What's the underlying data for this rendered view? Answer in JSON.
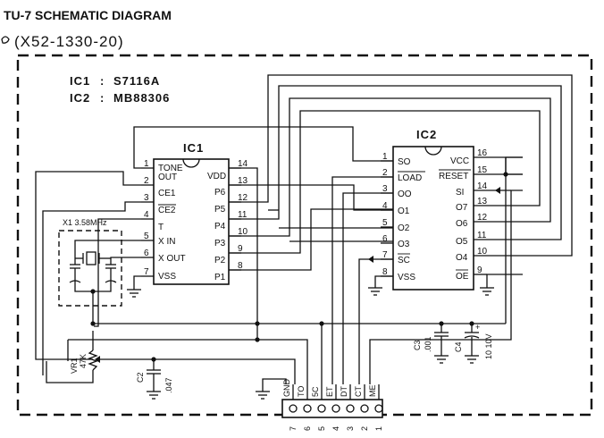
{
  "header": {
    "title": "TU-7 SCHEMATIC DIAGRAM",
    "model": "(X52-1330-20)"
  },
  "legend": [
    {
      "ref": "IC1",
      "sep": ":",
      "part": "S7116A"
    },
    {
      "ref": "IC2",
      "sep": ":",
      "part": "MB88306"
    }
  ],
  "ic1": {
    "name": "IC1",
    "left_pins": [
      {
        "num": "1",
        "label": "TONE",
        "label2": "OUT"
      },
      {
        "num": "2",
        "label": "CE1"
      },
      {
        "num": "3",
        "label": "CE2"
      },
      {
        "num": "4",
        "label": "T"
      },
      {
        "num": "5",
        "label": "X IN"
      },
      {
        "num": "6",
        "label": "X OUT"
      },
      {
        "num": "7",
        "label": "VSS"
      }
    ],
    "right_pins": [
      {
        "num": "14",
        "label": "VDD"
      },
      {
        "num": "13",
        "label": "P6"
      },
      {
        "num": "12",
        "label": "P5"
      },
      {
        "num": "11",
        "label": "P4"
      },
      {
        "num": "10",
        "label": "P3"
      },
      {
        "num": "9",
        "label": "P2"
      },
      {
        "num": "8",
        "label": "P1"
      }
    ]
  },
  "ic2": {
    "name": "IC2",
    "left_pins": [
      {
        "num": "1",
        "label": "SO"
      },
      {
        "num": "2",
        "label": "LOAD"
      },
      {
        "num": "3",
        "label": "OO"
      },
      {
        "num": "4",
        "label": "O1"
      },
      {
        "num": "5",
        "label": "O2"
      },
      {
        "num": "6",
        "label": "O3"
      },
      {
        "num": "7",
        "label": "SC"
      },
      {
        "num": "8",
        "label": "VSS"
      }
    ],
    "right_pins": [
      {
        "num": "16",
        "label": "VCC"
      },
      {
        "num": "15",
        "label": "RESET"
      },
      {
        "num": "14",
        "label": "SI"
      },
      {
        "num": "13",
        "label": "O7"
      },
      {
        "num": "12",
        "label": "O6"
      },
      {
        "num": "11",
        "label": "O5"
      },
      {
        "num": "10",
        "label": "O4"
      },
      {
        "num": "9",
        "label": "OE"
      }
    ]
  },
  "components": {
    "x1": "X1  3.58MHz",
    "vr1_ref": "VR1",
    "vr1_val": "47K",
    "c2_ref": "C2",
    "c2_val": ".047",
    "c3_ref": "C3",
    "c3_val": ".001",
    "c4_ref": "C4",
    "c4_val": "10 10V",
    "c4_pol": "+"
  },
  "connector": {
    "pins": [
      {
        "num": "7",
        "label": "GND"
      },
      {
        "num": "6",
        "label": "TO"
      },
      {
        "num": "5",
        "label": "5C"
      },
      {
        "num": "4",
        "label": "ET"
      },
      {
        "num": "3",
        "label": "DT"
      },
      {
        "num": "2",
        "label": "CT"
      },
      {
        "num": "1",
        "label": "ME"
      }
    ]
  }
}
